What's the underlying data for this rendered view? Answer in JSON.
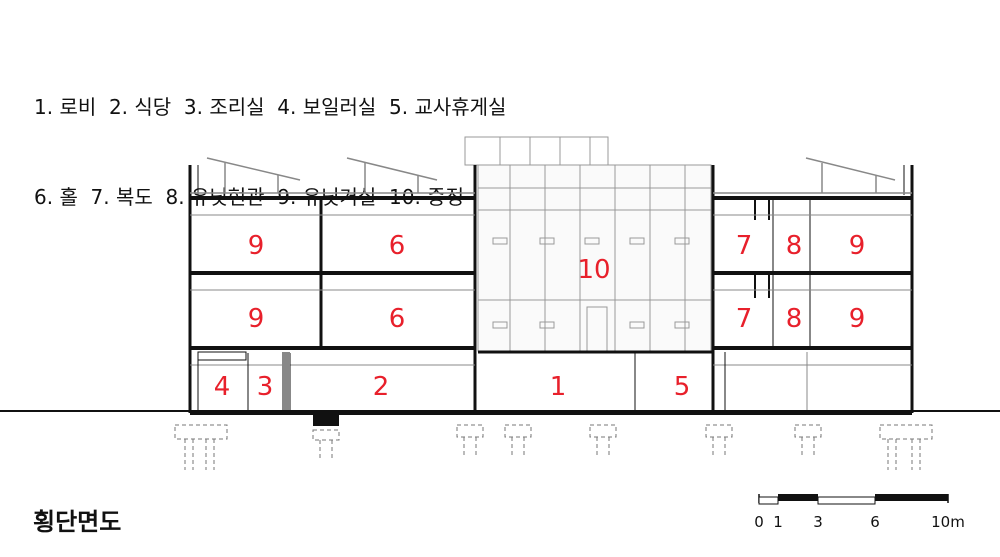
{
  "legend": {
    "line1": "1. 로비  2. 식당  3. 조리실  4. 보일러실  5. 교사휴게실",
    "line2": "6. 홀  7. 복도  8. 유닛현관  9. 유닛거실  10. 중정"
  },
  "title": "횡단면도",
  "room_labels": [
    "9",
    "6",
    "10",
    "7",
    "8",
    "9",
    "9",
    "6",
    "7",
    "8",
    "9",
    "4",
    "3",
    "2",
    "1",
    "5"
  ],
  "scale": [
    "0",
    "1",
    "3",
    "6",
    "10m"
  ],
  "colors": {
    "label": "#e8202b",
    "line": "#111111"
  }
}
